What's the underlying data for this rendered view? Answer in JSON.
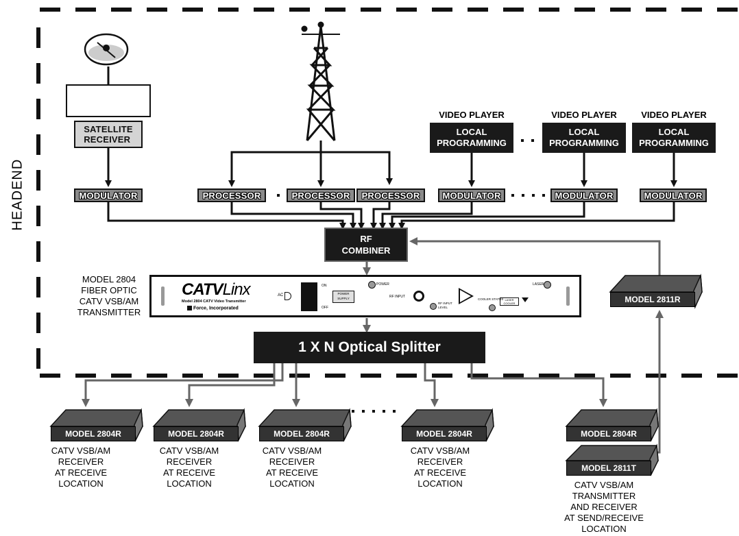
{
  "headend_label": "HEADEND",
  "satellite_receiver": "SATELLITE\nRECEIVER",
  "modulator_label": "MODULATOR",
  "processor_label": "PROCESSOR",
  "video_player_label": "VIDEO PLAYER",
  "local_programming_label": "LOCAL\nPROGRAMMING",
  "rf_combiner": "RF\nCOMBINER",
  "transmitter_caption": "MODEL 2804\nFIBER OPTIC\nCATV VSB/AM\nTRANSMITTER",
  "panel": {
    "brand_catv": "CATV",
    "brand_linx": "Linx",
    "model_line": "Model 2804 CATV Video Transmitter",
    "company": "Force, Incorporated",
    "ac": "AC",
    "on": "ON",
    "off": "OFF",
    "power_supply": "POWER SUPPLY",
    "power": "POWER",
    "rf_input": "RF INPUT",
    "rf_input_level": "RF INPUT LEVEL",
    "cooler_status": "COOLER STATUS",
    "laser_cooler": "LASER COOLER",
    "laser": "LASER"
  },
  "splitter": "1 X N Optical Splitter",
  "model_2811r": "MODEL 2811R",
  "model_2804r": "MODEL 2804R",
  "model_2811t": "MODEL 2811T",
  "receiver_caption": "CATV VSB/AM\nRECEIVER\nAT RECEIVE\nLOCATION",
  "transceiver_caption": "CATV VSB/AM\nTRANSMITTER\nAND RECEIVER\nAT SEND/RECEIVE\nLOCATION",
  "ellipsis": "· ·",
  "colors": {
    "dark": "#1a1a1a",
    "tag_gray": "#8a8a8a",
    "line_gray": "#666666",
    "sat_fill": "#d4d4d4"
  }
}
